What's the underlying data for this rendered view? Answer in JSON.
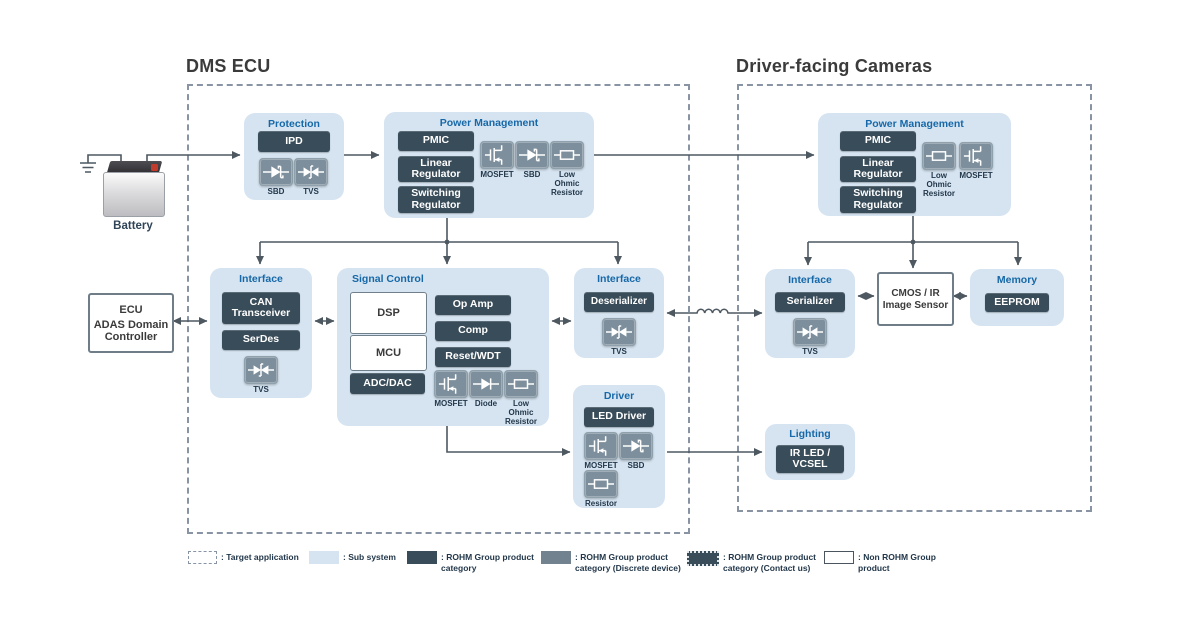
{
  "titles": {
    "dms": "DMS ECU",
    "cameras": "Driver-facing Cameras"
  },
  "battery": {
    "label": "Battery"
  },
  "external": {
    "ecu": {
      "line1": "ECU",
      "line2": "ADAS Domain Controller"
    },
    "cmos": {
      "line1": "CMOS / IR",
      "line2": "Image Sensor"
    }
  },
  "blocks": {
    "protection": {
      "title": "Protection",
      "products": [
        "IPD"
      ],
      "icons": [
        {
          "icon": "sbd",
          "label": "SBD"
        },
        {
          "icon": "tvs",
          "label": "TVS"
        }
      ]
    },
    "pm_dms": {
      "title": "Power Management",
      "products": [
        "PMIC",
        "Linear Regulator",
        "Switching Regulator"
      ],
      "icons": [
        {
          "icon": "mosfet",
          "label": "MOSFET"
        },
        {
          "icon": "sbd",
          "label": "SBD"
        },
        {
          "icon": "resistor",
          "label": "Low Ohmic Resistor"
        }
      ]
    },
    "interface_can": {
      "title": "Interface",
      "products": [
        "CAN Transceiver",
        "SerDes"
      ],
      "icons": [
        {
          "icon": "tvs",
          "label": "TVS"
        }
      ]
    },
    "signal_control": {
      "title": "Signal Control",
      "non_rohm": [
        "DSP",
        "MCU"
      ],
      "products": [
        "ADC/DAC",
        "Op Amp",
        "Comp",
        "Reset/WDT"
      ],
      "icons": [
        {
          "icon": "mosfet",
          "label": "MOSFET"
        },
        {
          "icon": "diode",
          "label": "Diode"
        },
        {
          "icon": "resistor",
          "label": "Low Ohmic Resistor"
        }
      ]
    },
    "interface_deser": {
      "title": "Interface",
      "products": [
        "Deserializer"
      ],
      "icons": [
        {
          "icon": "tvs",
          "label": "TVS"
        }
      ]
    },
    "driver": {
      "title": "Driver",
      "products": [
        "LED Driver"
      ],
      "icons": [
        {
          "icon": "mosfet",
          "label": "MOSFET"
        },
        {
          "icon": "sbd",
          "label": "SBD"
        },
        {
          "icon": "resistor",
          "label": "Resistor"
        }
      ]
    },
    "pm_cam": {
      "title": "Power Management",
      "products": [
        "PMIC",
        "Linear Regulator",
        "Switching Regulator"
      ],
      "icons": [
        {
          "icon": "resistor",
          "label": "Low Ohmic Resistor"
        },
        {
          "icon": "mosfet",
          "label": "MOSFET"
        }
      ]
    },
    "interface_ser": {
      "title": "Interface",
      "products": [
        "Serializer"
      ],
      "icons": [
        {
          "icon": "tvs",
          "label": "TVS"
        }
      ]
    },
    "memory": {
      "title": "Memory",
      "products": [
        "EEPROM"
      ]
    },
    "lighting": {
      "title": "Lighting",
      "products": [
        "IR LED / VCSEL"
      ]
    }
  },
  "legend": [
    {
      "type": "target",
      "label": ": Target application"
    },
    {
      "type": "subsystem",
      "label": ": Sub system"
    },
    {
      "type": "rohm",
      "label": ": ROHM Group product\ncategory"
    },
    {
      "type": "discrete",
      "label": ": ROHM Group product\ncategory (Discrete device)"
    },
    {
      "type": "contact",
      "label": ": ROHM Group product\ncategory (Contact us)"
    },
    {
      "type": "non_rohm",
      "label": ": Non ROHM Group\nproduct"
    }
  ],
  "colors": {
    "subsystem_bg": "#d6e4f1",
    "product_dark": "#394c59",
    "discrete_gray": "#7d8f9c",
    "accent_blue": "#1668a8",
    "line": "#4d5861",
    "dashed_border": "#8893a4"
  }
}
